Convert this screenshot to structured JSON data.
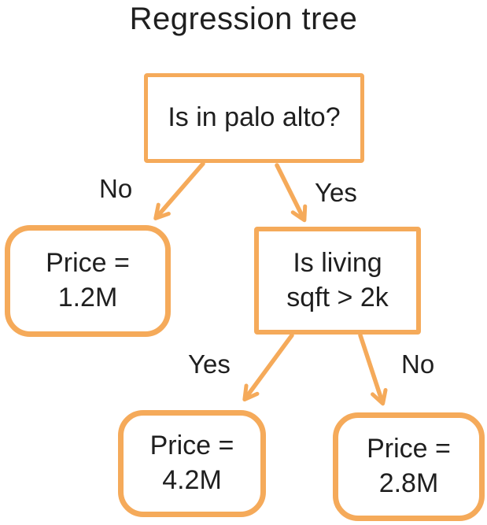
{
  "title": "Regression tree",
  "colors": {
    "accent": "#F5AA5A",
    "text": "#1F1F1F",
    "background": "#FFFFFF"
  },
  "nodes": [
    {
      "id": "root",
      "kind": "decision",
      "lines": [
        "Is in palo alto?"
      ]
    },
    {
      "id": "price-1-2m",
      "kind": "leaf",
      "lines": [
        "Price =",
        "1.2M"
      ]
    },
    {
      "id": "living-sqft",
      "kind": "decision",
      "lines": [
        "Is living",
        "sqft > 2k"
      ]
    },
    {
      "id": "price-4-2m",
      "kind": "leaf",
      "lines": [
        "Price =",
        "4.2M"
      ]
    },
    {
      "id": "price-2-8m",
      "kind": "leaf",
      "lines": [
        "Price =",
        "2.8M"
      ]
    }
  ],
  "edges": [
    {
      "from": "root",
      "to": "price-1-2m",
      "label": "No"
    },
    {
      "from": "root",
      "to": "living-sqft",
      "label": "Yes"
    },
    {
      "from": "living-sqft",
      "to": "price-4-2m",
      "label": "Yes"
    },
    {
      "from": "living-sqft",
      "to": "price-2-8m",
      "label": "No"
    }
  ]
}
